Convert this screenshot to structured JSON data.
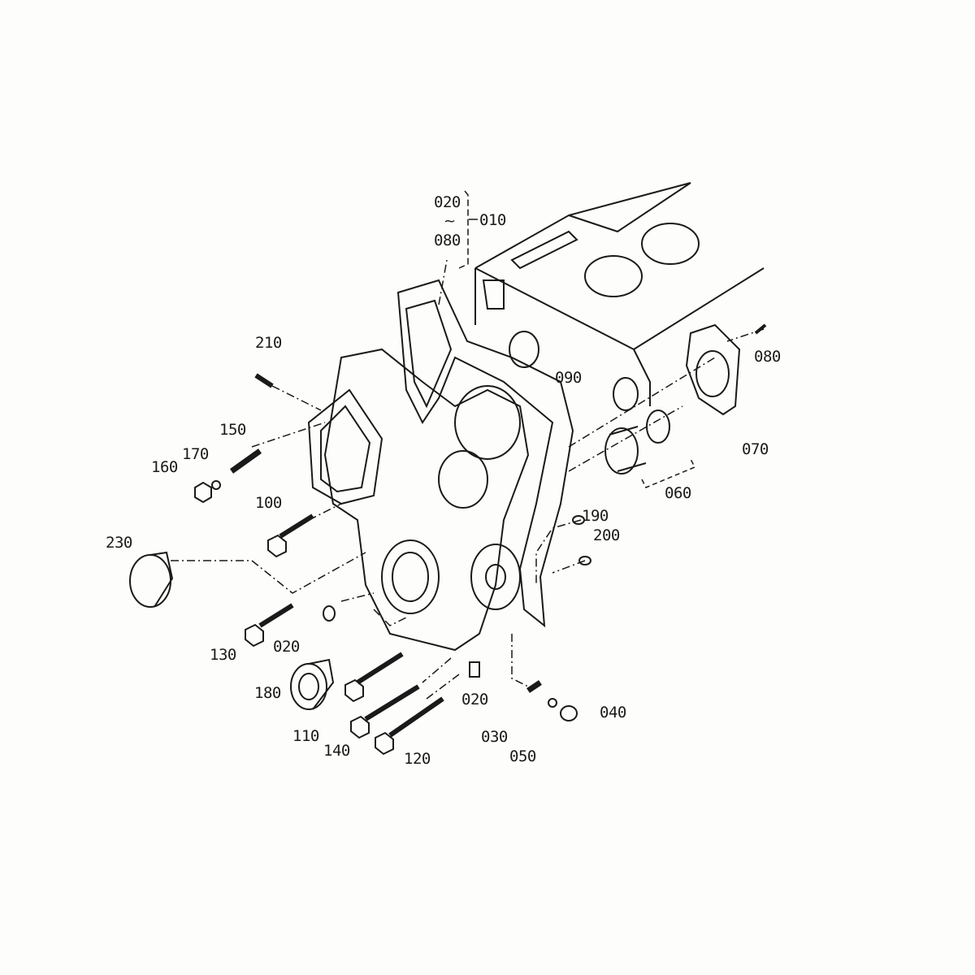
{
  "diagram": {
    "type": "exploded parts diagram",
    "line_color": "#1a1a1a",
    "background": "#fdfdfb",
    "group_bracket": {
      "from": "020",
      "range_mark": "~",
      "to": "080",
      "group": "010"
    },
    "part_labels": [
      "020",
      "080",
      "010",
      "210",
      "090",
      "080",
      "150",
      "170",
      "160",
      "070",
      "100",
      "060",
      "190",
      "200",
      "230",
      "130",
      "020",
      "020",
      "180",
      "110",
      "140",
      "120",
      "030",
      "050",
      "040"
    ]
  }
}
